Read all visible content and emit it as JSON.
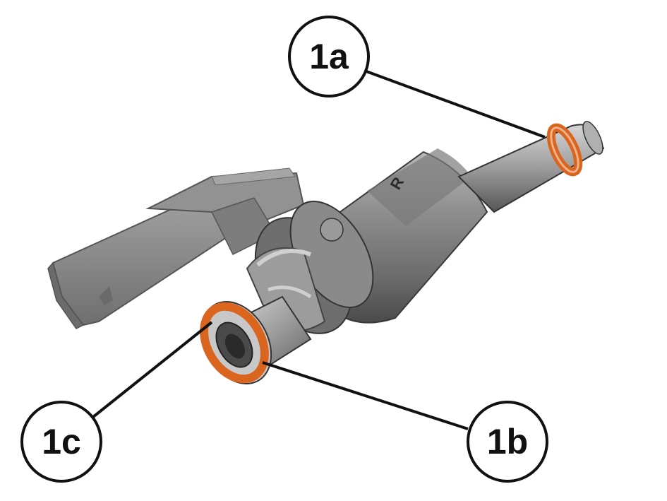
{
  "callouts": {
    "c1a": {
      "label": "1a"
    },
    "c1b": {
      "label": "1b"
    },
    "c1c": {
      "label": "1c"
    }
  },
  "colors": {
    "seal": "#d9651f",
    "outline": "#111111",
    "housing": "#8c8c8c",
    "metal": "#9a9a9a",
    "connector": "#8a8a8a"
  }
}
